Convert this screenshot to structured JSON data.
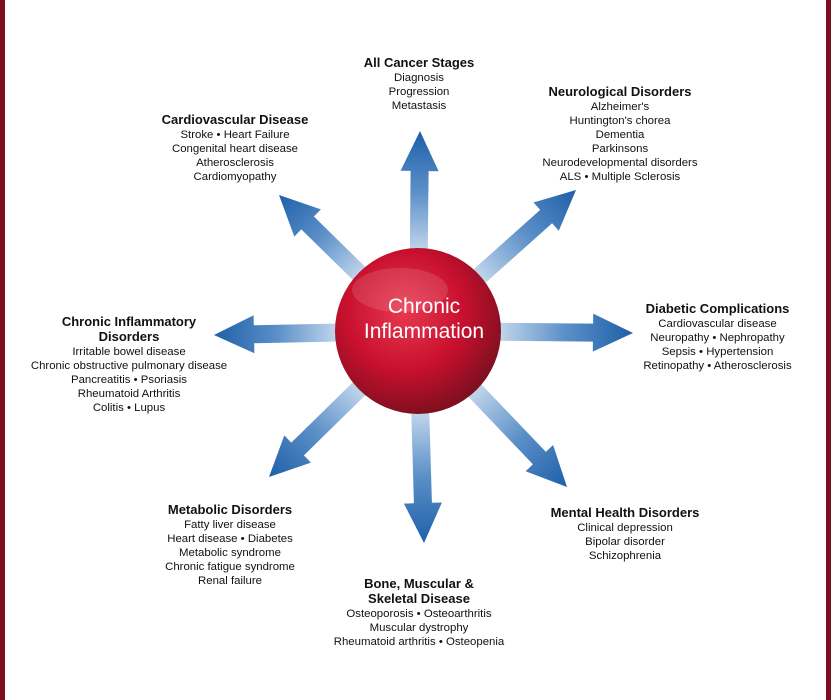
{
  "center": {
    "line1": "Chronic",
    "line2": "Inflammation"
  },
  "colors": {
    "arrow": "#1f5fa8",
    "arrow_light": "#dbe8f4",
    "circle": "#c8102e",
    "circle_dark": "#7a0f1e",
    "border": "#7a0f1e"
  },
  "groups": {
    "cancer": {
      "title": "All Cancer Stages",
      "items": [
        "Diagnosis",
        "Progression",
        "Metastasis"
      ]
    },
    "neuro": {
      "title": "Neurological Disorders",
      "items": [
        "Alzheimer's",
        "Huntington's chorea",
        "Dementia",
        "Parkinsons",
        "Neurodevelopmental disorders",
        "ALS • Multiple Sclerosis"
      ]
    },
    "diabetic": {
      "title": "Diabetic Complications",
      "items": [
        "Cardiovascular disease",
        "Neuropathy • Nephropathy",
        "Sepsis • Hypertension",
        "Retinopathy • Atherosclerosis"
      ]
    },
    "mental": {
      "title": "Mental Health Disorders",
      "items": [
        "Clinical depression",
        "Bipolar disorder",
        "Schizophrenia"
      ]
    },
    "bone": {
      "title": "Bone, Muscular & Skeletal Disease",
      "title_line1": "Bone, Muscular &",
      "title_line2": "Skeletal Disease",
      "items": [
        "Osteoporosis • Osteoarthritis",
        "Muscular dystrophy",
        "Rheumatoid arthritis • Osteopenia"
      ]
    },
    "metabolic": {
      "title": "Metabolic Disorders",
      "items": [
        "Fatty liver disease",
        "Heart disease • Diabetes",
        "Metabolic syndrome",
        "Chronic fatigue syndrome",
        "Renal failure"
      ]
    },
    "inflammatory": {
      "title": "Chronic Inflammatory Disorders",
      "title_line1": "Chronic Inflammatory",
      "title_line2": "Disorders",
      "items": [
        "Irritable bowel disease",
        "Chronic obstructive pulmonary disease",
        "Pancreatitis • Psoriasis",
        "Rheumatoid Arthritis",
        "Colitis • Lupus"
      ]
    },
    "cardio": {
      "title": "Cardiovascular Disease",
      "items": [
        "Stroke • Heart Failure",
        "Congenital heart disease",
        "Atherosclerosis",
        "Cardiomyopathy"
      ]
    }
  }
}
